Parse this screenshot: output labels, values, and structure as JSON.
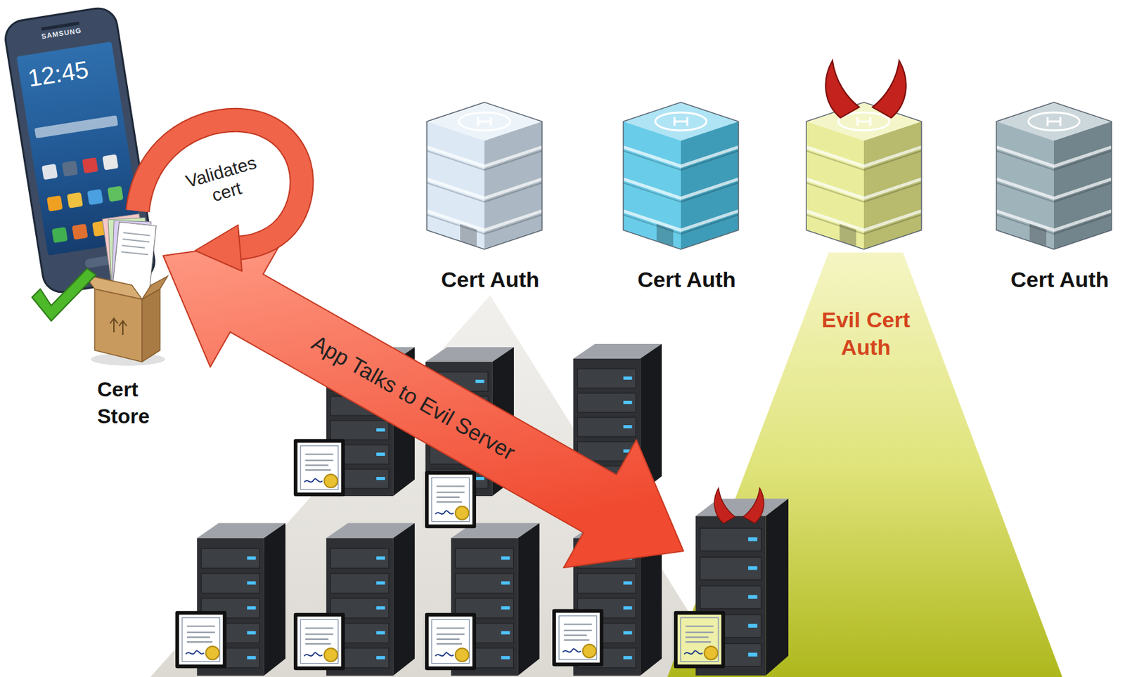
{
  "diagram": {
    "nodes": [
      {
        "text": [
          "Cert Auth"
        ]
      },
      {
        "text": [
          "Cert Auth"
        ]
      },
      {
        "text": [
          "Evil Cert Auth"
        ]
      },
      {
        "text": [
          "Cert Auth"
        ]
      },
      {
        "text": [
          "Cert Store"
        ]
      }
    ],
    "labels": [
      "SAMSUNG",
      "12:45",
      "Validates cert",
      "App Talks to Evil Server"
    ]
  }
}
